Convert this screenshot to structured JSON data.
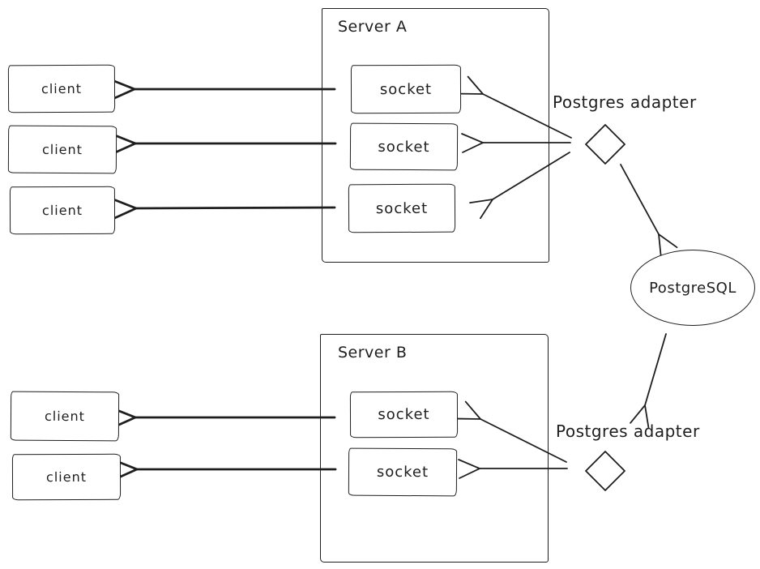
{
  "diagram": {
    "stroke_color": "#1e1e1e",
    "background_color": "#ffffff",
    "servers": [
      {
        "label": "Server A",
        "sockets": [
          "socket",
          "socket",
          "socket"
        ]
      },
      {
        "label": "Server B",
        "sockets": [
          "socket",
          "socket"
        ]
      }
    ],
    "client_groups": [
      {
        "clients": [
          "client",
          "client",
          "client"
        ]
      },
      {
        "clients": [
          "client",
          "client"
        ]
      }
    ],
    "adapters": [
      "Postgres adapter",
      "Postgres adapter"
    ],
    "database_label": "PostgreSQL",
    "connections": [
      {
        "from": "Server A socket 1",
        "to": "client 1"
      },
      {
        "from": "Server A socket 2",
        "to": "client 2"
      },
      {
        "from": "Server A socket 3",
        "to": "client 3"
      },
      {
        "from": "Postgres adapter 1",
        "to": "Server A socket 1"
      },
      {
        "from": "Postgres adapter 1",
        "to": "Server A socket 2"
      },
      {
        "from": "Postgres adapter 1",
        "to": "Server A socket 3"
      },
      {
        "from": "Postgres adapter 1",
        "to": "PostgreSQL"
      },
      {
        "from": "PostgreSQL",
        "to": "Postgres adapter 2"
      },
      {
        "from": "Postgres adapter 2",
        "to": "Server B socket 1"
      },
      {
        "from": "Postgres adapter 2",
        "to": "Server B socket 2"
      },
      {
        "from": "Server B socket 1",
        "to": "client 4"
      },
      {
        "from": "Server B socket 2",
        "to": "client 5"
      }
    ]
  }
}
